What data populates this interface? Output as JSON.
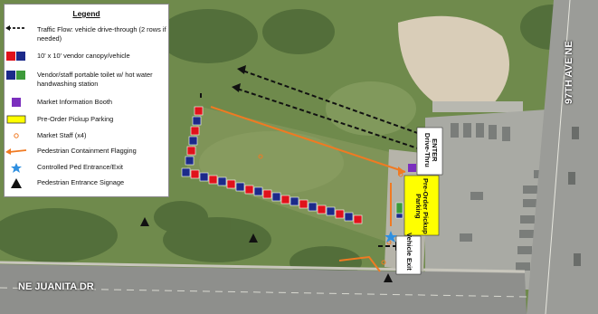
{
  "legend": {
    "title": "Legend",
    "items": [
      {
        "symbol": "dashed-arrow-icon",
        "label": "Traffic Flow: vehicle drive-through (2 rows if needed)"
      },
      {
        "symbol": "canopy-square-icon",
        "label": "10' x 10' vendor canopy/vehicle"
      },
      {
        "symbol": "toilet-square-icon",
        "label": "Vendor/staff portable toilet w/ hot water handwashing station"
      },
      {
        "symbol": "booth-square-icon",
        "label": "Market Information Booth"
      },
      {
        "symbol": "pickup-rect-icon",
        "label": "Pre-Order Pickup Parking"
      },
      {
        "symbol": "staff-dot-icon",
        "label": "Market Staff (x4)"
      },
      {
        "symbol": "orange-arrow-icon",
        "label": "Pedestrian Containment Flagging"
      },
      {
        "symbol": "blue-star-icon",
        "label": "Controlled Ped Entrance/Exit"
      },
      {
        "symbol": "black-triangle-icon",
        "label": "Pedestrian Entrance Signage"
      }
    ]
  },
  "labels": {
    "road_ne_juanita": "NE JUANITA DR",
    "road_97th": "97TH AVE NE",
    "enter": "ENTER",
    "drive_thru": "Drive-Thru",
    "pickup": "Pre-Order Pickup Parking",
    "vehicle_exit": "Vehicle Exit"
  },
  "colors": {
    "vendor_red": "#e0121b",
    "vendor_blue": "#1c2a8a",
    "toilet_green": "#3d9a3a",
    "booth_purple": "#7b2fbe",
    "pickup_yellow": "#ffff00",
    "flag_orange": "#f07a22",
    "entrance_star": "#2e8fe0"
  }
}
